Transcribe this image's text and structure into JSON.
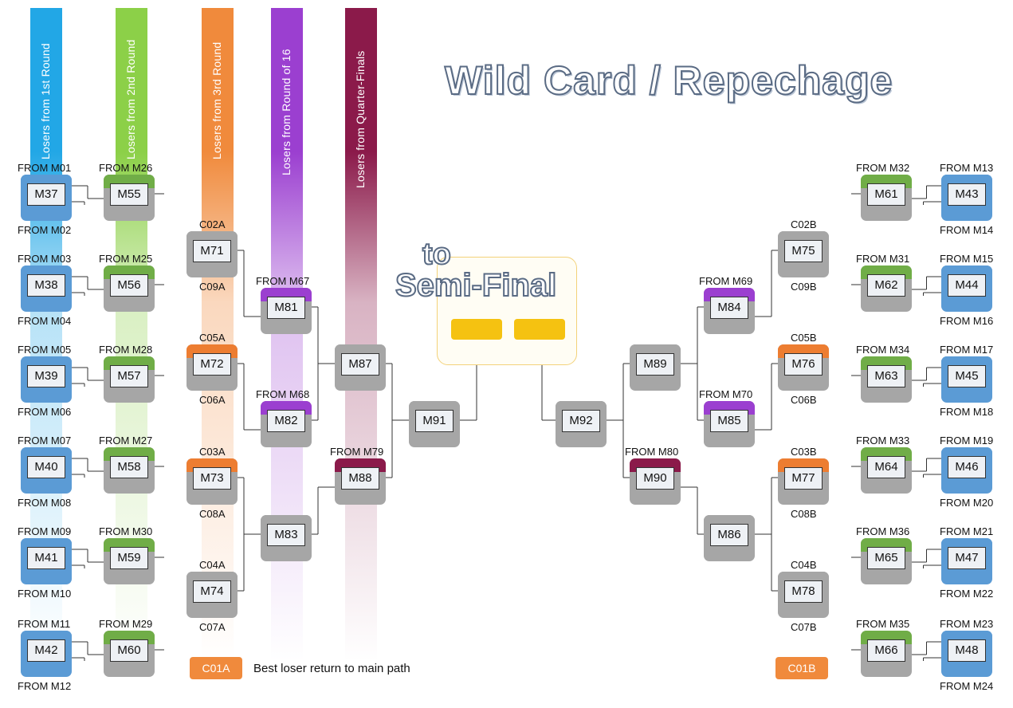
{
  "title": "Wild Card / Repechage",
  "semi": {
    "to": "to",
    "name": "Semi-Final"
  },
  "colors": {
    "blue": "#5b9bd5",
    "green": "#70ad47",
    "orange": "#ed7d31",
    "purple": "#9b3fd0",
    "maroon": "#8b1a4a",
    "gray": "#a6a6a6",
    "gold": "#f5c211"
  },
  "bands": [
    {
      "label": "Losers from 1st Round",
      "color": "#22a7e6"
    },
    {
      "label": "Losers from 2nd Round",
      "color": "#8cd048"
    },
    {
      "label": "Losers from 3rd Round",
      "color": "#f08a3c"
    },
    {
      "label": "Losers from Round of 16",
      "color": "#9b3fd0"
    },
    {
      "label": "Losers from Quarter-Finals",
      "color": "#8b1a4a"
    }
  ],
  "left": {
    "r1": [
      {
        "id": "M37",
        "above": "FROM M01",
        "below": "FROM M02"
      },
      {
        "id": "M38",
        "above": "FROM M03",
        "below": "FROM M04"
      },
      {
        "id": "M39",
        "above": "FROM M05",
        "below": "FROM M06"
      },
      {
        "id": "M40",
        "above": "FROM M07",
        "below": "FROM M08"
      },
      {
        "id": "M41",
        "above": "FROM M09",
        "below": "FROM M10"
      },
      {
        "id": "M42",
        "above": "FROM M11",
        "below": "FROM M12"
      }
    ],
    "r2": [
      {
        "id": "M55",
        "above": "FROM M26"
      },
      {
        "id": "M56",
        "above": "FROM M25"
      },
      {
        "id": "M57",
        "above": "FROM M28"
      },
      {
        "id": "M58",
        "above": "FROM M27"
      },
      {
        "id": "M59",
        "above": "FROM M30"
      },
      {
        "id": "M60",
        "above": "FROM M29"
      }
    ],
    "r3": [
      {
        "id": "M71",
        "above": "C02A",
        "below": "C09A",
        "top": "gray"
      },
      {
        "id": "M72",
        "above": "C05A",
        "below": "C06A",
        "top": "orange"
      },
      {
        "id": "M73",
        "above": "C03A",
        "below": "C08A",
        "top": "orange"
      },
      {
        "id": "M74",
        "above": "C04A",
        "below": "C07A",
        "top": "gray"
      }
    ],
    "r4": [
      {
        "id": "M81",
        "above": "FROM M67",
        "top": "purple"
      },
      {
        "id": "M82",
        "above": "FROM M68",
        "top": "purple"
      },
      {
        "id": "M83",
        "above": "",
        "top": "gray"
      }
    ],
    "r5": [
      {
        "id": "M87",
        "above": "",
        "top": "gray"
      },
      {
        "id": "M88",
        "above": "FROM M79",
        "top": "maroon"
      }
    ],
    "r6": [
      {
        "id": "M91",
        "above": "",
        "top": "gray"
      }
    ]
  },
  "right": {
    "r1": [
      {
        "id": "M43",
        "above": "FROM M13",
        "below": "FROM M14"
      },
      {
        "id": "M44",
        "above": "FROM M15",
        "below": "FROM M16"
      },
      {
        "id": "M45",
        "above": "FROM M17",
        "below": "FROM M18"
      },
      {
        "id": "M46",
        "above": "FROM M19",
        "below": "FROM M20"
      },
      {
        "id": "M47",
        "above": "FROM M21",
        "below": "FROM M22"
      },
      {
        "id": "M48",
        "above": "FROM M23",
        "below": "FROM M24"
      }
    ],
    "r2": [
      {
        "id": "M61",
        "above": "FROM M32"
      },
      {
        "id": "M62",
        "above": "FROM M31"
      },
      {
        "id": "M63",
        "above": "FROM M34"
      },
      {
        "id": "M64",
        "above": "FROM M33"
      },
      {
        "id": "M65",
        "above": "FROM M36"
      },
      {
        "id": "M66",
        "above": "FROM M35"
      }
    ],
    "r3": [
      {
        "id": "M75",
        "above": "C02B",
        "below": "C09B",
        "top": "gray"
      },
      {
        "id": "M76",
        "above": "C05B",
        "below": "C06B",
        "top": "orange"
      },
      {
        "id": "M77",
        "above": "C03B",
        "below": "C08B",
        "top": "orange"
      },
      {
        "id": "M78",
        "above": "C04B",
        "below": "C07B",
        "top": "gray"
      }
    ],
    "r4": [
      {
        "id": "M84",
        "above": "FROM M69",
        "top": "purple"
      },
      {
        "id": "M85",
        "above": "FROM M70",
        "top": "purple"
      },
      {
        "id": "M86",
        "above": "",
        "top": "gray"
      }
    ],
    "r5": [
      {
        "id": "M89",
        "above": "",
        "top": "gray"
      },
      {
        "id": "M90",
        "above": "FROM M80",
        "top": "maroon"
      }
    ],
    "r6": [
      {
        "id": "M92",
        "above": "",
        "top": "gray"
      }
    ]
  },
  "legend": [
    {
      "code": "C01A",
      "text": "Best loser return to main path"
    },
    {
      "code": "C01B",
      "text": ""
    }
  ]
}
